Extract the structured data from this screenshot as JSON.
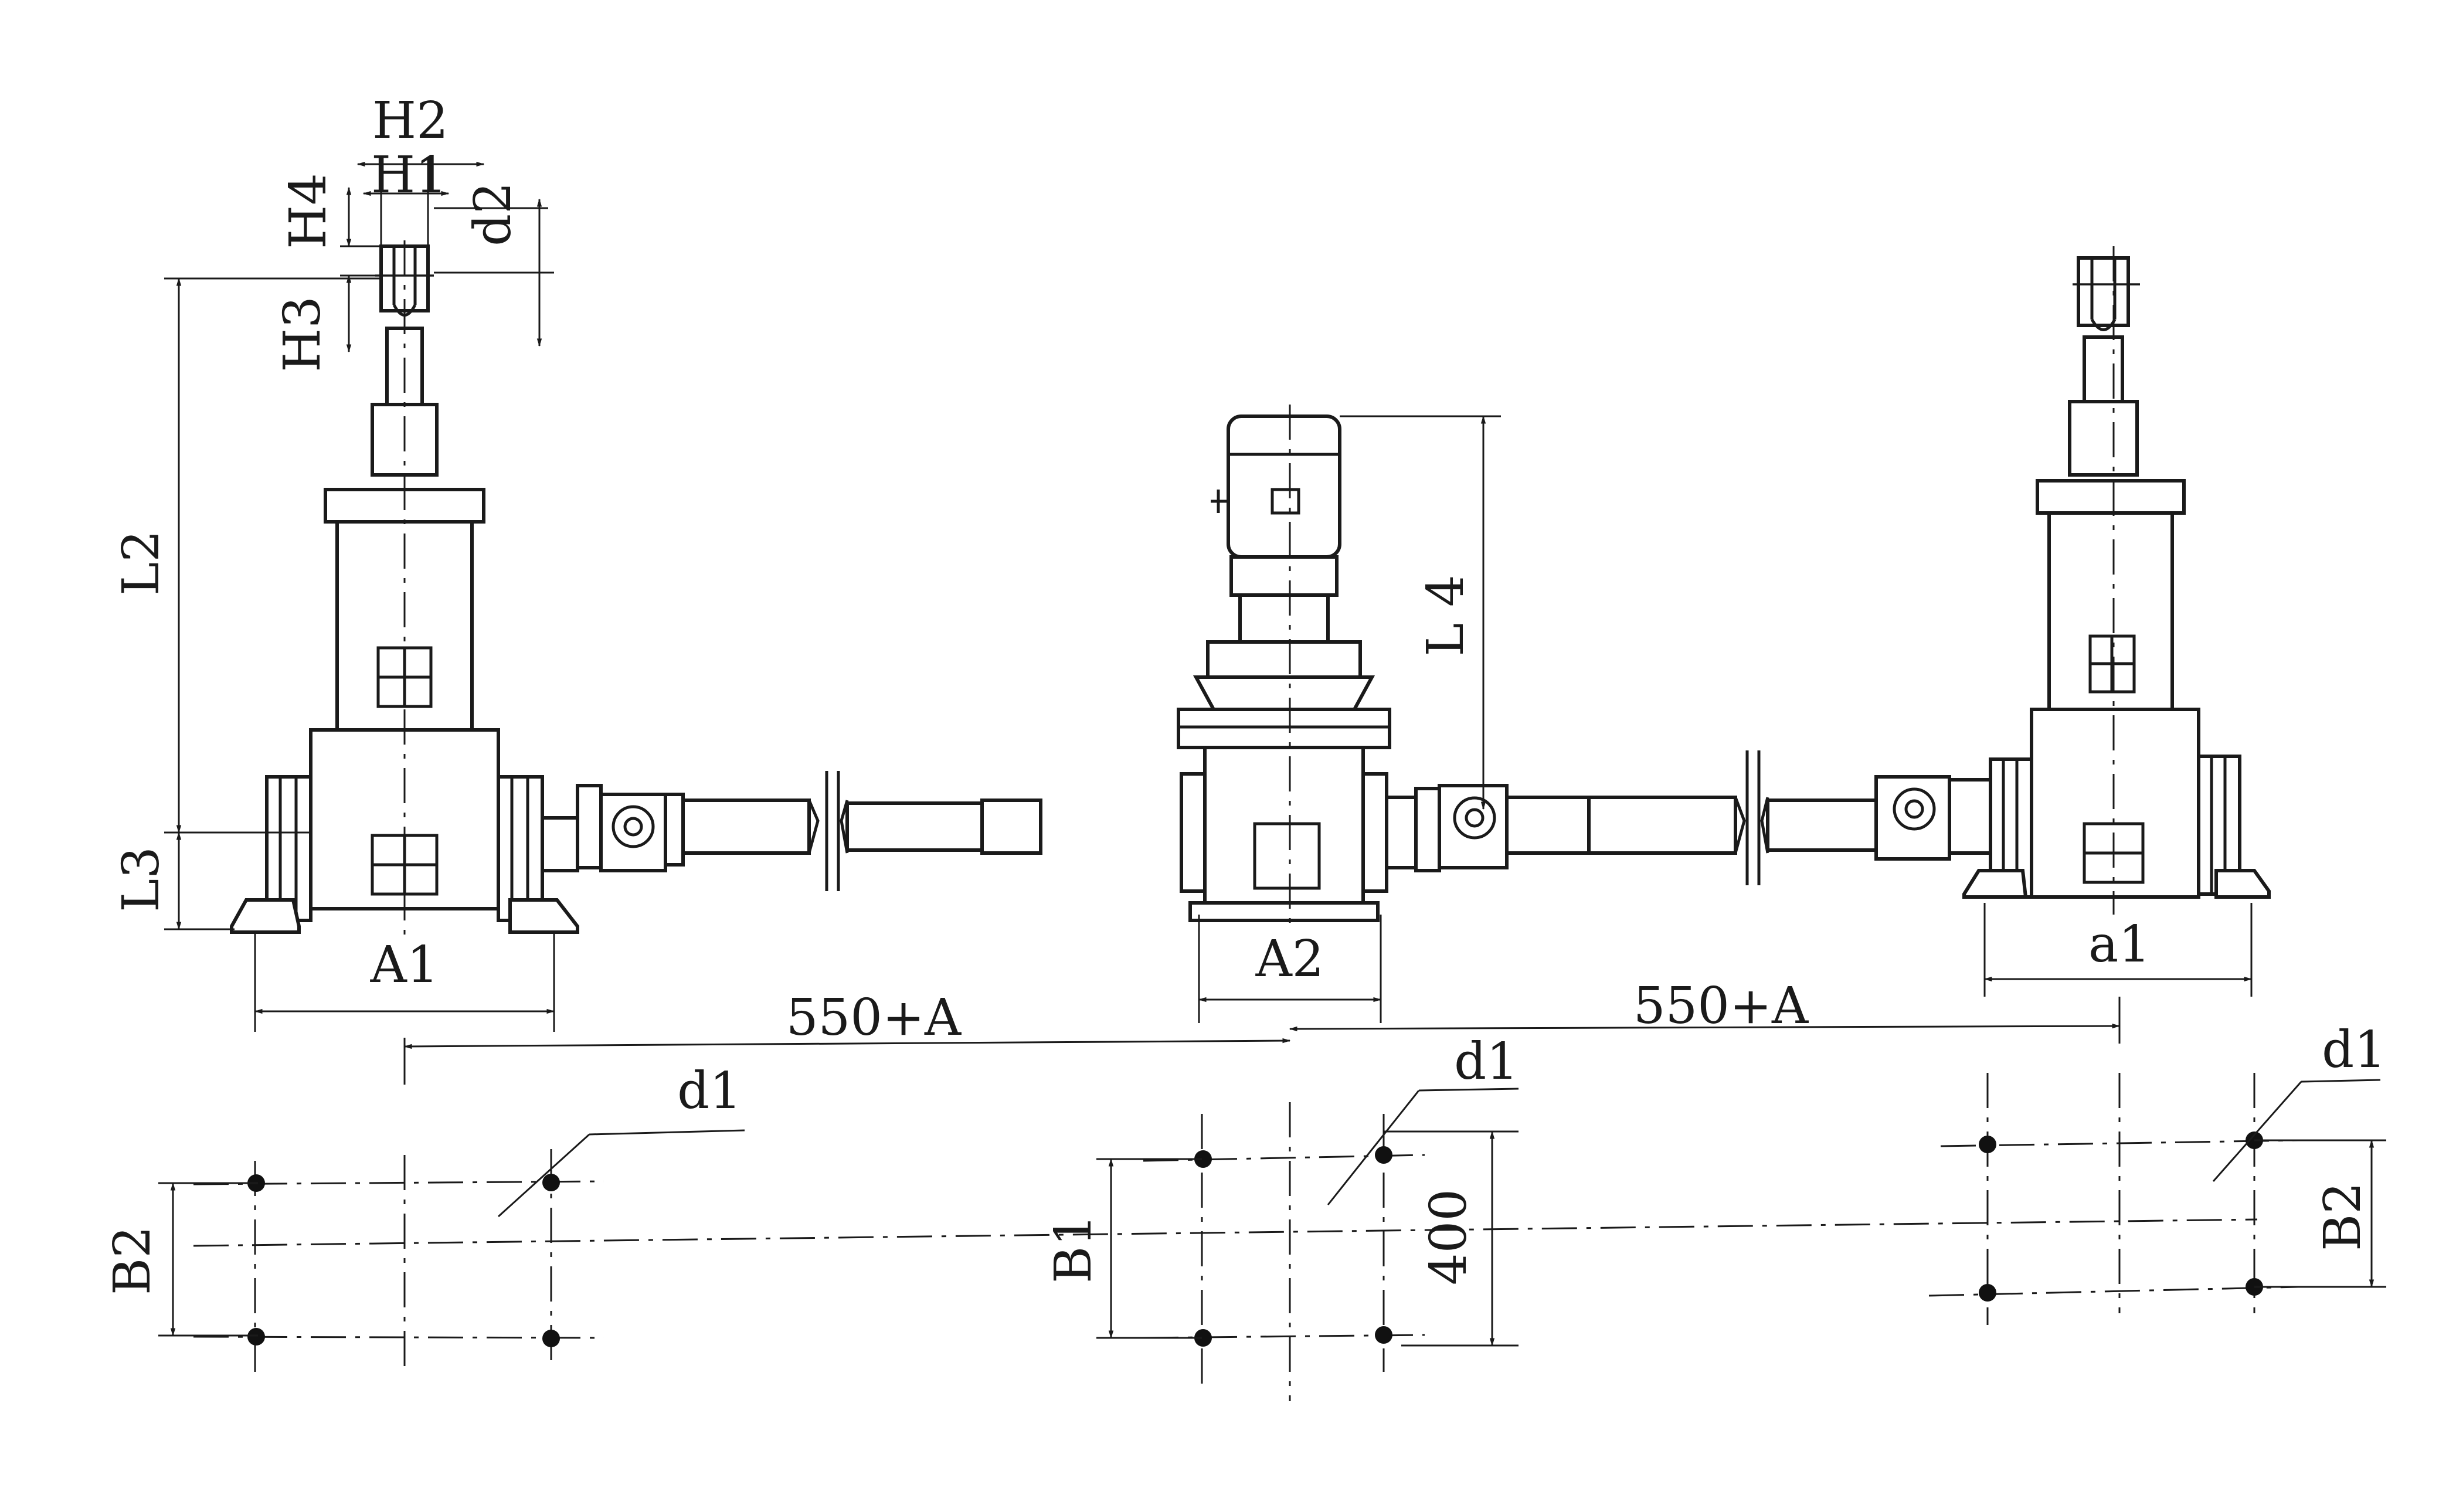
{
  "labels": {
    "h2": "H2",
    "h1": "H1",
    "h4": "H4",
    "d2": "d2",
    "h3": "H3",
    "l2": "L2",
    "l3": "L3",
    "l4": "L 4",
    "a1_upper": "A1",
    "a2": "A2",
    "a1_lower": "a1",
    "span_left": "550+A",
    "span_right": "550+A",
    "d1_left": "d1",
    "d1_center": "d1",
    "d1_right": "d1",
    "b2_left": "B2",
    "b1": "B1",
    "dim_400": "400",
    "b2_right": "B2"
  }
}
